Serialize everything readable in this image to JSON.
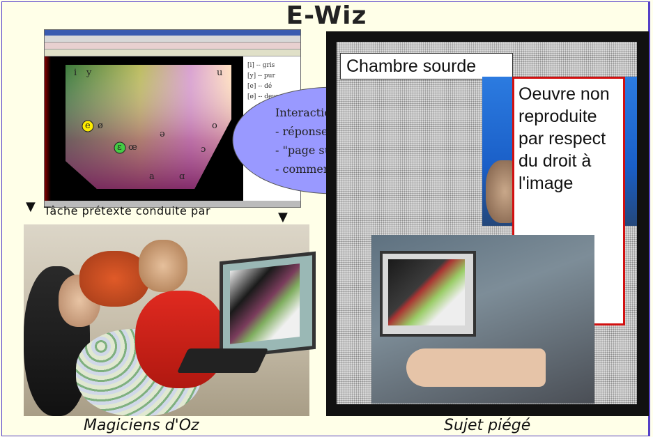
{
  "title": "E-Wiz",
  "software": {
    "vowels": [
      "i",
      "y",
      "u",
      "e",
      "ø",
      "o",
      "ɛ",
      "œ",
      "ɔ",
      "ə",
      "a",
      "ɑ"
    ],
    "side_rows": [
      {
        "ipa": "[i]",
        "word": "gris"
      },
      {
        "ipa": "[y]",
        "word": "pur"
      },
      {
        "ipa": "[e]",
        "word": "dé"
      },
      {
        "ipa": "[ø]",
        "word": "deux"
      }
    ]
  },
  "bubble": {
    "heading": "Interaction verbale =",
    "items": [
      "- réponses (monomots)",
      "- \"page suivante\"",
      "- commentaires libres"
    ],
    "fill": "#9999ff"
  },
  "task_label": "Tâche prétexte  conduite par",
  "room_label": "Chambre sourde",
  "notice_text": "Oeuvre non reproduite par respect du droit à l'image",
  "notice_border": "#d21010",
  "caption_left": "Magiciens d'Oz",
  "caption_right": "Sujet piégé"
}
